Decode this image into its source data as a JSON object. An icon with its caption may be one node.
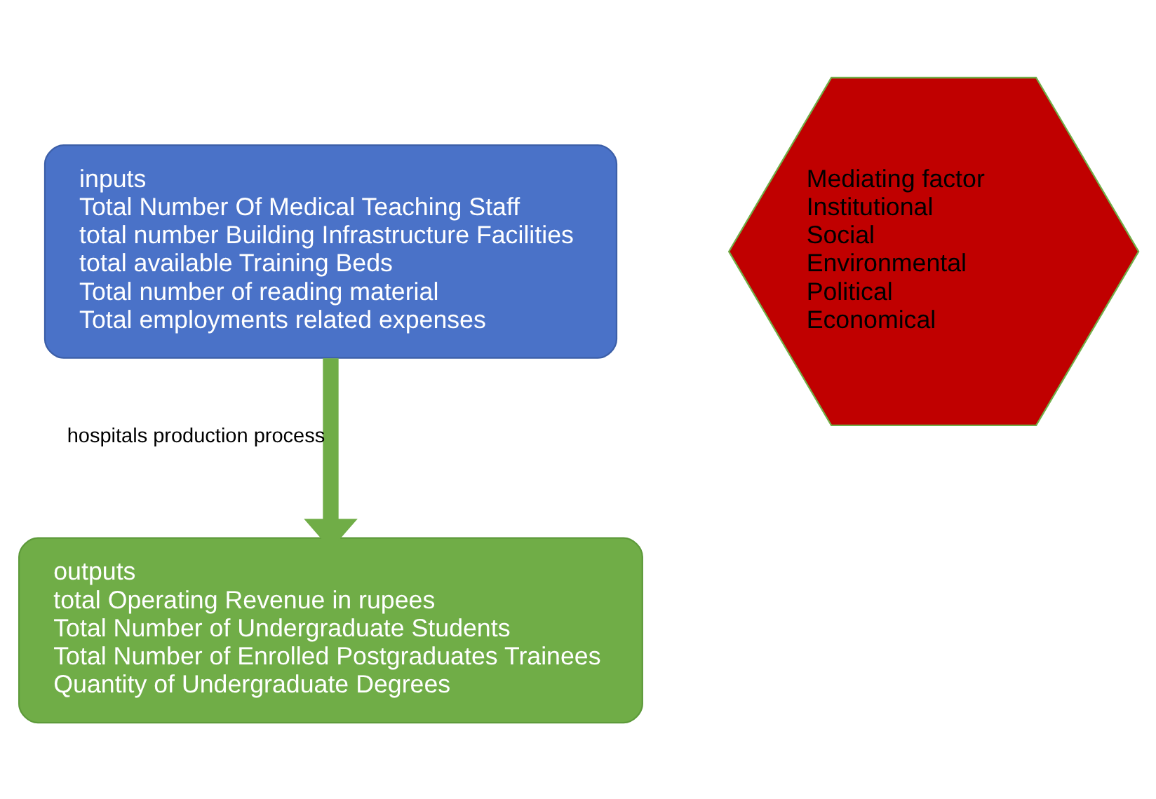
{
  "diagram": {
    "nodes": [
      {
        "text": [
          "inputs",
          "Total Number Of Medical Teaching Staff",
          "total number Building Infrastructure Facilities",
          "total available Training Beds",
          "Total number of reading material",
          "Total employments related expenses"
        ]
      },
      {
        "text": [
          "outputs",
          "total Operating Revenue in rupees",
          "Total Number of Undergraduate Students",
          "Total Number of Enrolled Postgraduates Trainees",
          "Quantity of Undergraduate Degrees"
        ]
      },
      {
        "text": [
          "Mediating factor",
          "Institutional",
          "Social",
          "Environmental",
          "Political",
          "Economical"
        ]
      }
    ],
    "edges": [
      {
        "from": 0,
        "to": 1,
        "arrow": "to",
        "label": "hospitals production process"
      }
    ]
  }
}
